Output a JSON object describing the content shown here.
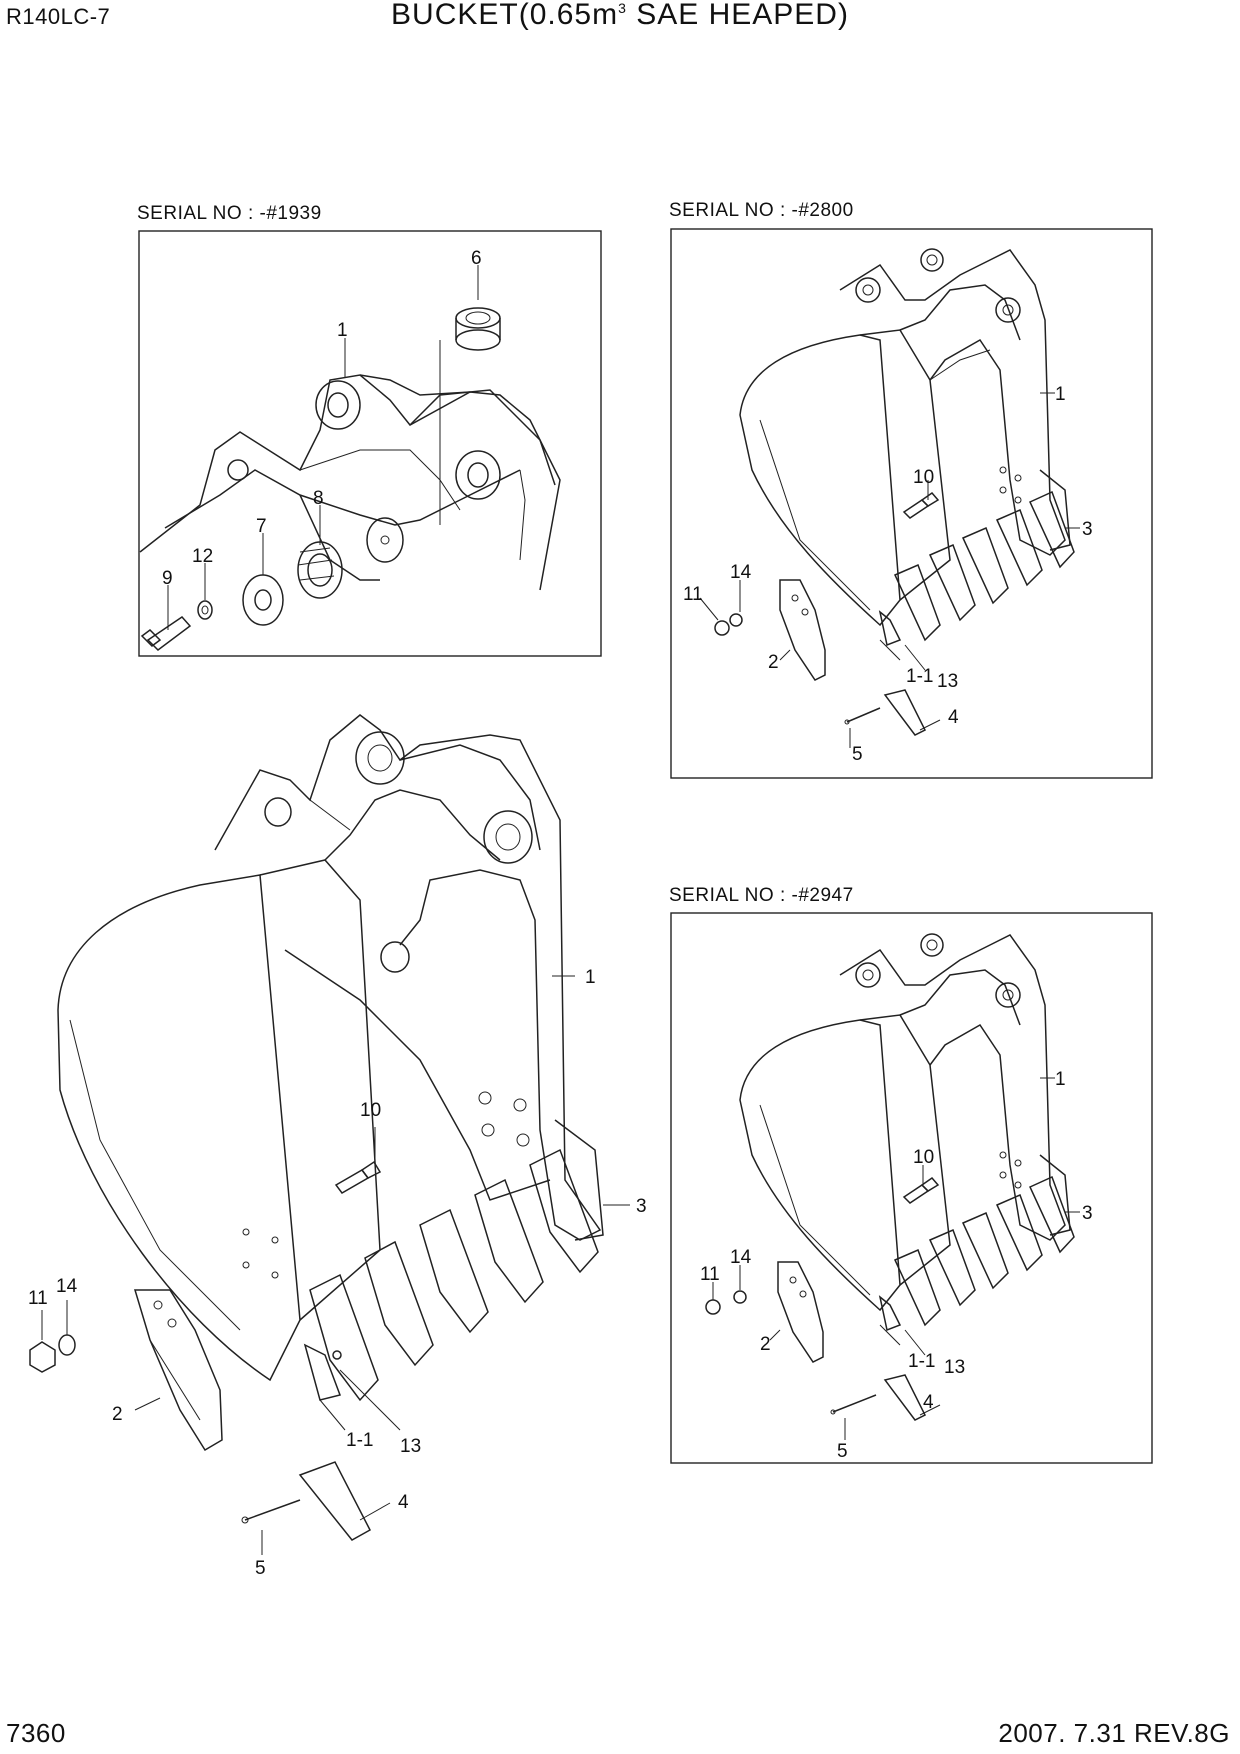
{
  "header": {
    "model": "R140LC-7",
    "title_main": "BUCKET(0.65m",
    "title_sup": "3",
    "title_rest": " SAE HEAPED)"
  },
  "footer": {
    "page_number": "7360",
    "revision": "2007. 7.31  REV.8G"
  },
  "panels": {
    "top_left": {
      "serial": "SERIAL NO : -#1939",
      "labels": [
        "1",
        "6",
        "8",
        "7",
        "12",
        "9"
      ]
    },
    "top_right": {
      "serial": "SERIAL NO : -#2800",
      "labels": [
        "1",
        "10",
        "3",
        "14",
        "11",
        "2",
        "1-1",
        "13",
        "4",
        "5"
      ]
    },
    "main": {
      "labels": [
        "1",
        "10",
        "3",
        "11",
        "14",
        "2",
        "1-1",
        "13",
        "4",
        "5"
      ]
    },
    "bottom_right": {
      "serial": "SERIAL NO : -#2947",
      "labels": [
        "1",
        "10",
        "3",
        "11",
        "14",
        "2",
        "1-1",
        "13",
        "4",
        "5"
      ]
    }
  }
}
